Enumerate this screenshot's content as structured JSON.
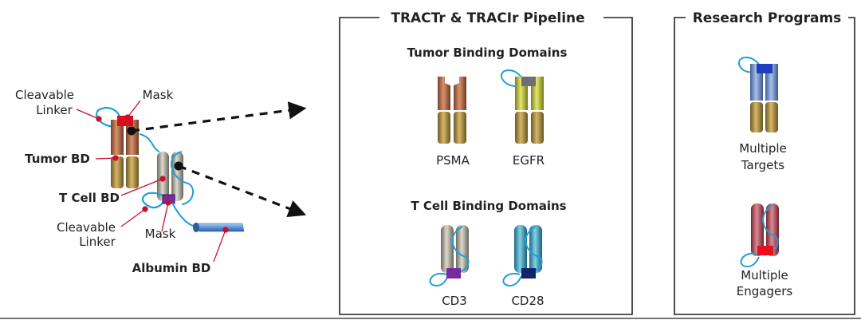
{
  "left": {
    "cleavable_linker_top": [
      "Cleavable",
      "Linker"
    ],
    "mask_top": "Mask",
    "tumor_bd": "Tumor BD",
    "t_cell_bd": "T Cell BD",
    "cleavable_linker_bottom": [
      "Cleavable",
      "Linker"
    ],
    "mask_bottom": "Mask",
    "albumin_bd": "Albumin BD"
  },
  "pipeline": {
    "title": "TRACTr & TRACIr Pipeline",
    "tumor_heading": "Tumor Binding Domains",
    "tumor_items": [
      "PSMA",
      "EGFR"
    ],
    "tcell_heading": "T Cell Binding Domains",
    "tcell_items": [
      "CD3",
      "CD28"
    ]
  },
  "research": {
    "title": "Research Programs",
    "items": [
      [
        "Multiple",
        "Targets"
      ],
      [
        "Multiple",
        "Engagers"
      ]
    ]
  },
  "colors": {
    "linker": "#1e9fd8",
    "callout": "#c8102e",
    "mask_red": "#d8101c",
    "mask_purple": "#7a2aa0",
    "mask_gray": "#6d6f72",
    "mask_navy": "#14246a",
    "mask_blue": "#1f3fc0",
    "tumor_copper": "#b8714f",
    "tumor_gold": "#b79546",
    "tcell_silver": "#a8a497",
    "egfr_lime": "#c2c83c",
    "cd28_teal": "#3aa4c4",
    "prog_blue": "#6f8fc8",
    "prog_rose": "#b44e58",
    "albumin": "#5f95d8"
  }
}
